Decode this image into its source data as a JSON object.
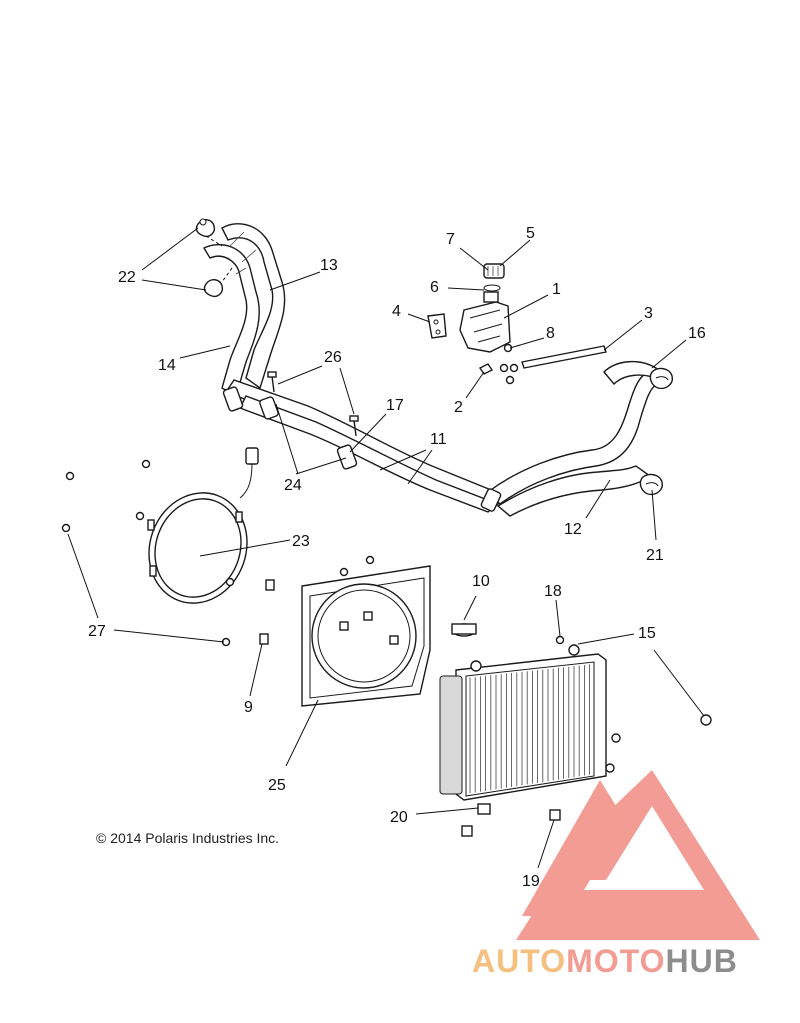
{
  "copyright": "© 2014 Polaris Industries Inc.",
  "watermark": {
    "part1": "AUTO",
    "part2": "MOTO",
    "part3": "HUB",
    "color_orange": "#f4b46a",
    "color_salmon": "#f08b82",
    "color_gray": "#7a7a7a"
  },
  "callouts": {
    "c1": "1",
    "c2": "2",
    "c3": "3",
    "c4": "4",
    "c5": "5",
    "c6": "6",
    "c7": "7",
    "c8": "8",
    "c9": "9",
    "c10": "10",
    "c11": "11",
    "c12": "12",
    "c13": "13",
    "c14": "14",
    "c15": "15",
    "c16": "16",
    "c17": "17",
    "c18": "18",
    "c19": "19",
    "c20": "20",
    "c21": "21",
    "c22": "22",
    "c23": "23",
    "c24": "24",
    "c25": "25",
    "c26": "26",
    "c27": "27"
  }
}
